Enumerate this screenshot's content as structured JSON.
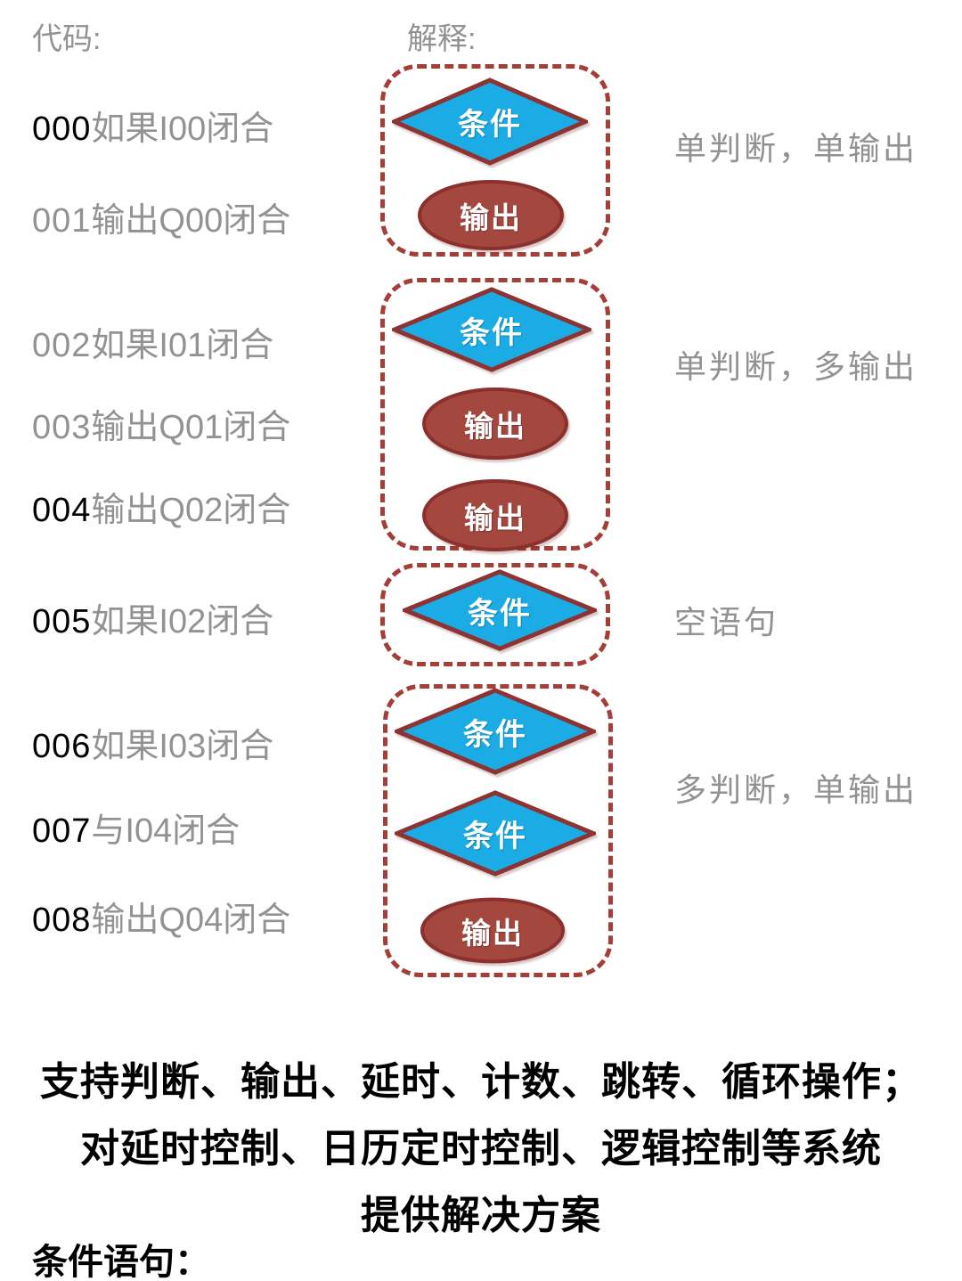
{
  "header": {
    "code_label": "代码:",
    "explain_label": "解释:"
  },
  "labels": {
    "condition": "条件",
    "output": "输出"
  },
  "code": {
    "lines": [
      {
        "num": "000",
        "text": "如果I00闭合"
      },
      {
        "num": "001",
        "text": "输出Q00闭合"
      },
      {
        "num": "002",
        "text": "如果I01闭合"
      },
      {
        "num": "003",
        "text": "输出Q01闭合"
      },
      {
        "num": "004",
        "text": "输出Q02闭合"
      },
      {
        "num": "005",
        "text": "如果I02闭合"
      },
      {
        "num": "006",
        "text": "如果I03闭合"
      },
      {
        "num": "007",
        "text": "与I04闭合"
      },
      {
        "num": "008",
        "text": "输出Q04闭合"
      }
    ]
  },
  "groups": [
    {
      "shapes": [
        "condition",
        "output"
      ],
      "annotation": "单判断，单输出"
    },
    {
      "shapes": [
        "condition",
        "output",
        "output"
      ],
      "annotation": "单判断，多输出"
    },
    {
      "shapes": [
        "condition"
      ],
      "annotation": "空语句"
    },
    {
      "shapes": [
        "condition",
        "condition",
        "output"
      ],
      "annotation": "多判断，单输出"
    }
  ],
  "footer": {
    "lines": [
      "支持判断、输出、延时、计数、跳转、循环操作；",
      "对延时控制、日历定时控制、逻辑控制等系统",
      "提供解决方案"
    ],
    "section_label": "条件语句："
  },
  "colors": {
    "blue": "#1BACE6",
    "maroon": "#8C3433",
    "ellipse_fill": "#A3473F",
    "ellipse_stroke": "#8B302C",
    "dash": "#A43E36",
    "gray_text": "#929292",
    "black_text": "#000000",
    "white_text": "#FFFFFF"
  }
}
